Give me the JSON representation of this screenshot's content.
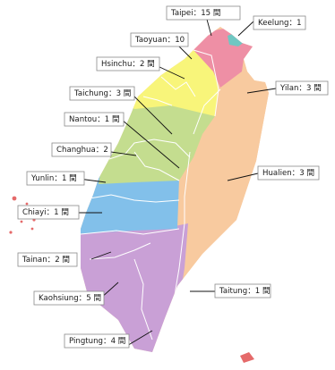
{
  "colors": {
    "north_pink": "#ee8fa5",
    "north_yellow": "#f8f57a",
    "central_green": "#c4dd8f",
    "chiayi_blue": "#82c0ea",
    "south_purple": "#c9a0d6",
    "east_peach": "#f8ca9f",
    "keelung_teal": "#6fc7c2",
    "islands_red": "#e56a6a"
  },
  "labels": [
    {
      "id": "taipei",
      "text": "Taipei：15 間",
      "color_group": "north_pink"
    },
    {
      "id": "keelung",
      "text": "Keelung：1",
      "color_group": "keelung_teal"
    },
    {
      "id": "taoyuan",
      "text": "Taoyuan：10",
      "color_group": "north_yellow"
    },
    {
      "id": "hsinchu",
      "text": "Hsinchu：2 間",
      "color_group": "north_yellow"
    },
    {
      "id": "yilan",
      "text": "Yilan：3 間",
      "color_group": "east_peach"
    },
    {
      "id": "taichung",
      "text": "Taichung：3 間",
      "color_group": "central_green"
    },
    {
      "id": "nantou",
      "text": "Nantou：1 間",
      "color_group": "central_green"
    },
    {
      "id": "changhua",
      "text": "Changhua：2",
      "color_group": "central_green"
    },
    {
      "id": "hualien",
      "text": "Hualien：3 間",
      "color_group": "east_peach"
    },
    {
      "id": "yunlin",
      "text": "Yunlin：1 間",
      "color_group": "chiayi_blue"
    },
    {
      "id": "chiayi",
      "text": "Chiayi：1 間",
      "color_group": "chiayi_blue"
    },
    {
      "id": "tainan",
      "text": "Tainan：2 間",
      "color_group": "south_purple"
    },
    {
      "id": "kaohsiung",
      "text": "Kaohsiung：5 間",
      "color_group": "south_purple"
    },
    {
      "id": "taitung",
      "text": "Taitung：1 間",
      "color_group": "east_peach"
    },
    {
      "id": "pingtung",
      "text": "Pingtung：4 間",
      "color_group": "south_purple"
    }
  ]
}
